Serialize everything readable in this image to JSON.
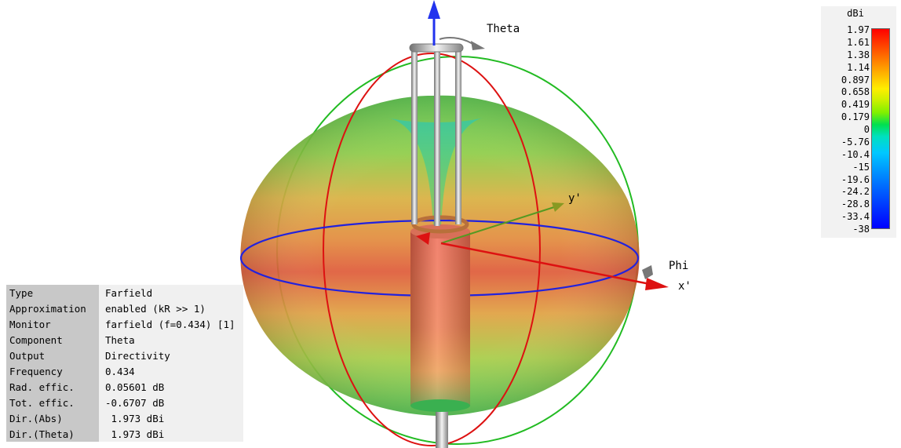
{
  "axes": {
    "theta_label": "Theta",
    "phi_label": "Phi",
    "x_label": "x'",
    "y_label": "y'"
  },
  "info_rows": [
    {
      "key": "Type",
      "value": "Farfield"
    },
    {
      "key": "Approximation",
      "value": "enabled (kR >> 1)"
    },
    {
      "key": "Monitor",
      "value": "farfield (f=0.434) [1]"
    },
    {
      "key": "Component",
      "value": "Theta"
    },
    {
      "key": "Output",
      "value": "Directivity"
    },
    {
      "key": "Frequency",
      "value": "0.434"
    },
    {
      "key": "Rad. effic.",
      "value": "0.05601 dB"
    },
    {
      "key": "Tot. effic.",
      "value": "-0.6707 dB"
    },
    {
      "key": "Dir.(Abs)",
      "value": " 1.973 dBi"
    },
    {
      "key": "Dir.(Theta)",
      "value": " 1.973 dBi"
    }
  ],
  "legend": {
    "unit": "dBi",
    "ticks": [
      "1.97",
      "1.61",
      "1.38",
      "1.14",
      "0.897",
      "0.658",
      "0.419",
      "0.179",
      "0",
      "-5.76",
      "-10.4",
      "-15",
      "-19.6",
      "-24.2",
      "-28.8",
      "-33.4",
      "-38"
    ]
  },
  "colors": {
    "z_axis": "#2233ee",
    "x_axis": "#dd1111",
    "y_axis": "#559922",
    "phi_ring": "#2222dd",
    "theta_ring_red": "#dd1111",
    "theta_ring_green": "#22bb22",
    "pattern_max": "#e04030",
    "pattern_mid": "#e8c040",
    "pattern_min": "#40d060"
  }
}
